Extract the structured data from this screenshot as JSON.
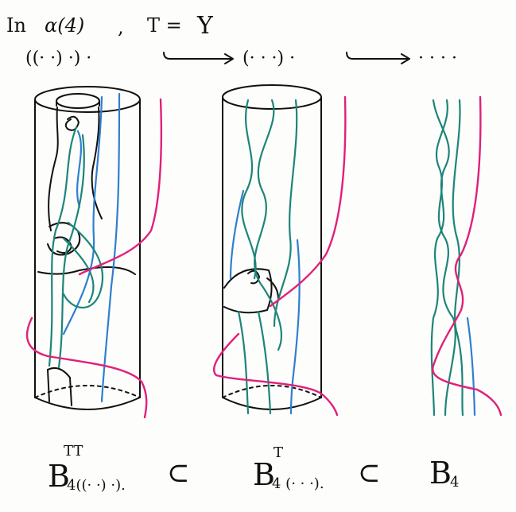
{
  "header": {
    "prefix": "In",
    "category": "ɑ(4)",
    "separator": ",",
    "tree_label": "T =",
    "tree_symbol": "Y"
  },
  "sequence": {
    "left": "((· ·) ·) ·",
    "middle": "(· · ·) ·",
    "right": "· · · ·"
  },
  "captions": {
    "left_base": "B",
    "left_sup": "TT",
    "left_sub": "4((· ·) ·).",
    "sep1": "⊂",
    "middle_base": "B",
    "middle_sup": "T",
    "middle_sub": "4 (· · ·).",
    "sep2": "⊂",
    "right_base": "B",
    "right_sub": "4"
  },
  "colors": {
    "ink": "#111111",
    "blue": "#2f7fd0",
    "teal": "#1d8578",
    "pink": "#e0207a"
  }
}
